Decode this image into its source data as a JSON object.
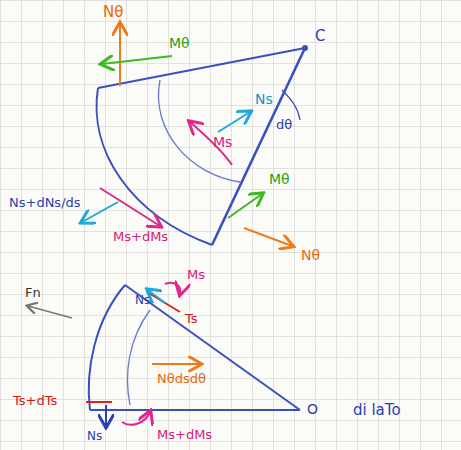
{
  "diagram": {
    "labels": [
      "Nθ",
      "Mθ",
      "C",
      "dθ",
      "Ns",
      "Ms",
      "Ns+dNs/ds",
      "Ms+dMs",
      "Mθ",
      "Nθ",
      "Ms",
      "Ns",
      "Ts",
      "Fn",
      "Nθdsdθ",
      "Ts+dTs",
      "Ns",
      "Ms+dMs",
      "O",
      "di laTo"
    ]
  }
}
